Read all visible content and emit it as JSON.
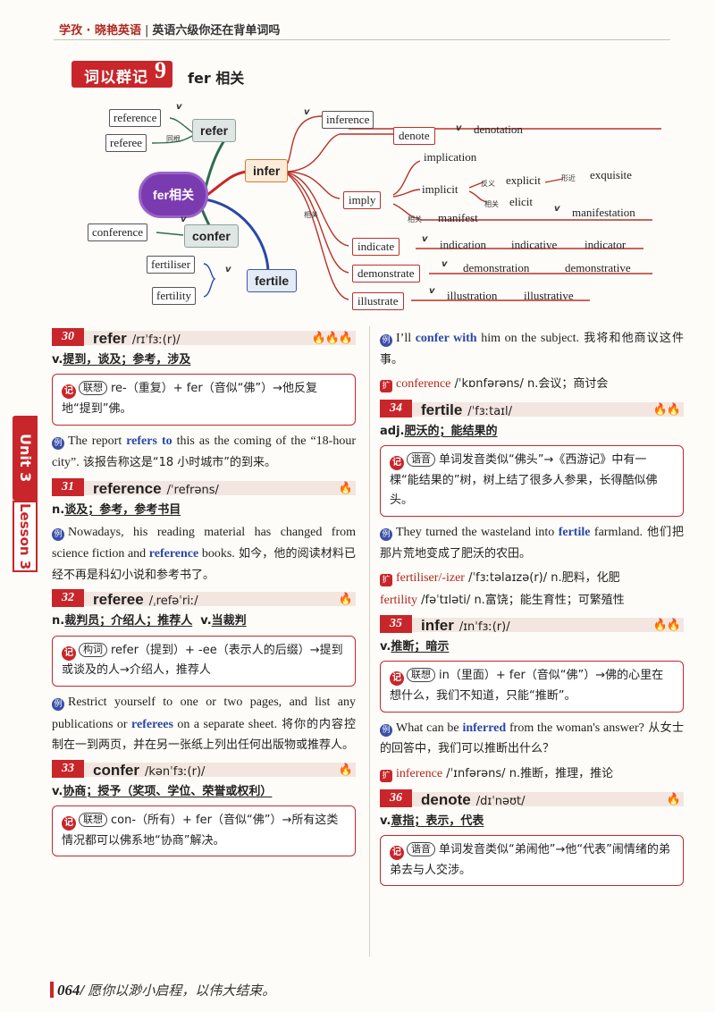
{
  "header": {
    "brand": "学孜 · 晓艳英语",
    "title": "英语六级你还在背单词吗"
  },
  "section": {
    "badge": "词以群记",
    "number": "9",
    "subtitle": "fer 相关"
  },
  "mindmap": {
    "center": "fer相关",
    "refer": "refer",
    "reference": "reference",
    "referee": "referee",
    "infer": "infer",
    "confer": "confer",
    "conference": "conference",
    "fertile": "fertile",
    "fertiliser": "fertiliser",
    "fertility": "fertility",
    "inference": "inference",
    "denote": "denote",
    "denotation": "denotation",
    "implication": "implication",
    "imply": "imply",
    "implicit": "implicit",
    "explicit": "explicit",
    "exquisite": "exquisite",
    "elicit": "elicit",
    "manifest": "manifest",
    "manifestation": "manifestation",
    "indicate": "indicate",
    "indication": "indication",
    "indicative": "indicative",
    "indicator": "indicator",
    "demonstrate": "demonstrate",
    "demonstration": "demonstration",
    "demonstrative": "demonstrative",
    "illustrate": "illustrate",
    "illustration": "illustration",
    "illustrative": "illustrative",
    "tag_same_root": "同根",
    "tag_related": "相关",
    "tag_related2": "相关",
    "tag_opposite": "反义",
    "tag_related3": "相关",
    "tag_similar": "形近",
    "vmark": "v"
  },
  "side_tab": {
    "unit": "Unit 3",
    "lesson": "Lesson 3"
  },
  "entries": {
    "e30": {
      "num": "30",
      "word": "refer",
      "ipa": "/rɪˈfɜː(r)/",
      "fire": "🔥🔥🔥",
      "pos": "v.",
      "meaning": "提到，谈及；参考，涉及",
      "tip_label": "联想",
      "tip": "re-（重复）+ fer（音似“佛”）→他反复地“提到”佛。",
      "ex_en_pre": "The report ",
      "ex_hl": "refers to",
      "ex_en_post": " this as the coming of the “18-hour city”.",
      "ex_cn": "该报告称这是“18 小时城市”的到来。"
    },
    "e31": {
      "num": "31",
      "word": "reference",
      "ipa": "/ˈrefrəns/",
      "fire": "🔥",
      "pos": "n.",
      "meaning": "谈及；参考，参考书目",
      "ex_en_pre": "Nowadays, his reading material has changed from science fiction and ",
      "ex_hl": "reference",
      "ex_en_post": " books.",
      "ex_cn": "如今，他的阅读材料已经不再是科幻小说和参考书了。"
    },
    "e32": {
      "num": "32",
      "word": "referee",
      "ipa": "/ˌrefəˈriː/",
      "fire": "🔥",
      "pos": "n.",
      "meaning": "裁判员；介绍人；推荐人",
      "pos2": "v.",
      "meaning2": "当裁判",
      "tip_label": "构词",
      "tip": "refer（提到）+ -ee（表示人的后缀）→提到或谈及的人→介绍人，推荐人",
      "ex_en_pre": "Restrict yourself to one or two pages, and list any publications or ",
      "ex_hl": "referees",
      "ex_en_post": " on a separate sheet.",
      "ex_cn": "将你的内容控制在一到两页，并在另一张纸上列出任何出版物或推荐人。"
    },
    "e33": {
      "num": "33",
      "word": "confer",
      "ipa": "/kənˈfɜː(r)/",
      "fire": "🔥",
      "pos": "v.",
      "meaning": "协商；授予（奖项、学位、荣誉或权利）",
      "tip_label": "联想",
      "tip": "con-（所有）+ fer（音似“佛”）→所有这类情况都可以佛系地“协商”解决。",
      "ex_en_pre": "I’ll ",
      "ex_hl": "confer with",
      "ex_en_post": " him on the subject.",
      "ex_cn": "我将和他商议这件事。",
      "ext_word": "conference",
      "ext_ipa": "/ˈkɒnfərəns/",
      "ext_meaning": "n.会议；商讨会"
    },
    "e34": {
      "num": "34",
      "word": "fertile",
      "ipa": "/ˈfɜːtaɪl/",
      "fire": "🔥🔥",
      "pos": "adj.",
      "meaning": "肥沃的；能结果的",
      "tip_label": "谐音",
      "tip": "单词发音类似“佛头”→《西游记》中有一棵“能结果的”树，树上结了很多人参果，长得酷似佛头。",
      "ex_en_pre": "They turned the wasteland into ",
      "ex_hl": "fertile",
      "ex_en_post": " farmland.",
      "ex_cn": "他们把那片荒地变成了肥沃的农田。",
      "ext_word": "fertiliser/-izer",
      "ext_ipa": "/ˈfɜːtəlaɪzə(r)/",
      "ext_meaning": "n.肥料，化肥",
      "ext2_word": "fertility",
      "ext2_ipa": "/fəˈtɪləti/",
      "ext2_meaning": "n.富饶；能生育性；可繁殖性"
    },
    "e35": {
      "num": "35",
      "word": "infer",
      "ipa": "/ɪnˈfɜː(r)/",
      "fire": "🔥🔥",
      "pos": "v.",
      "meaning": "推断；暗示",
      "tip_label": "联想",
      "tip": "in（里面）+ fer（音似“佛”）→佛的心里在想什么，我们不知道，只能“推断”。",
      "ex_en_pre": "What can be ",
      "ex_hl": "inferred",
      "ex_en_post": " from the woman's answer?",
      "ex_cn": "从女士的回答中，我们可以推断出什么？",
      "ext_word": "inference",
      "ext_ipa": "/ˈɪnfərəns/",
      "ext_meaning": "n.推断，推理，推论"
    },
    "e36": {
      "num": "36",
      "word": "denote",
      "ipa": "/dɪˈnəʊt/",
      "fire": "🔥",
      "pos": "v.",
      "meaning": "意指；表示，代表",
      "tip_label": "谐音",
      "tip": "单词发音类似“弟闹他”→他“代表”闹情绪的弟弟去与人交涉。"
    }
  },
  "footer": {
    "page": "064/",
    "motto": "愿你以渺小启程，以伟大结束。"
  },
  "colors": {
    "accent": "#c8262a",
    "highlight": "#2a47a8"
  }
}
